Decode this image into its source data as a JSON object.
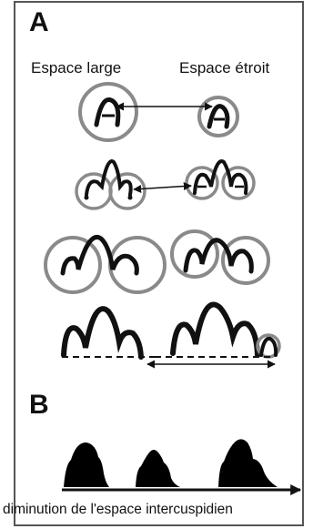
{
  "panels": {
    "a_label": "A",
    "b_label": "B"
  },
  "columns": {
    "left": "Espace large",
    "right": "Espace étroit"
  },
  "caption": "diminution de l'espace intercuspidien",
  "colors": {
    "stroke": "#111111",
    "circle": "#8a8a8a",
    "fill": "#000000"
  }
}
